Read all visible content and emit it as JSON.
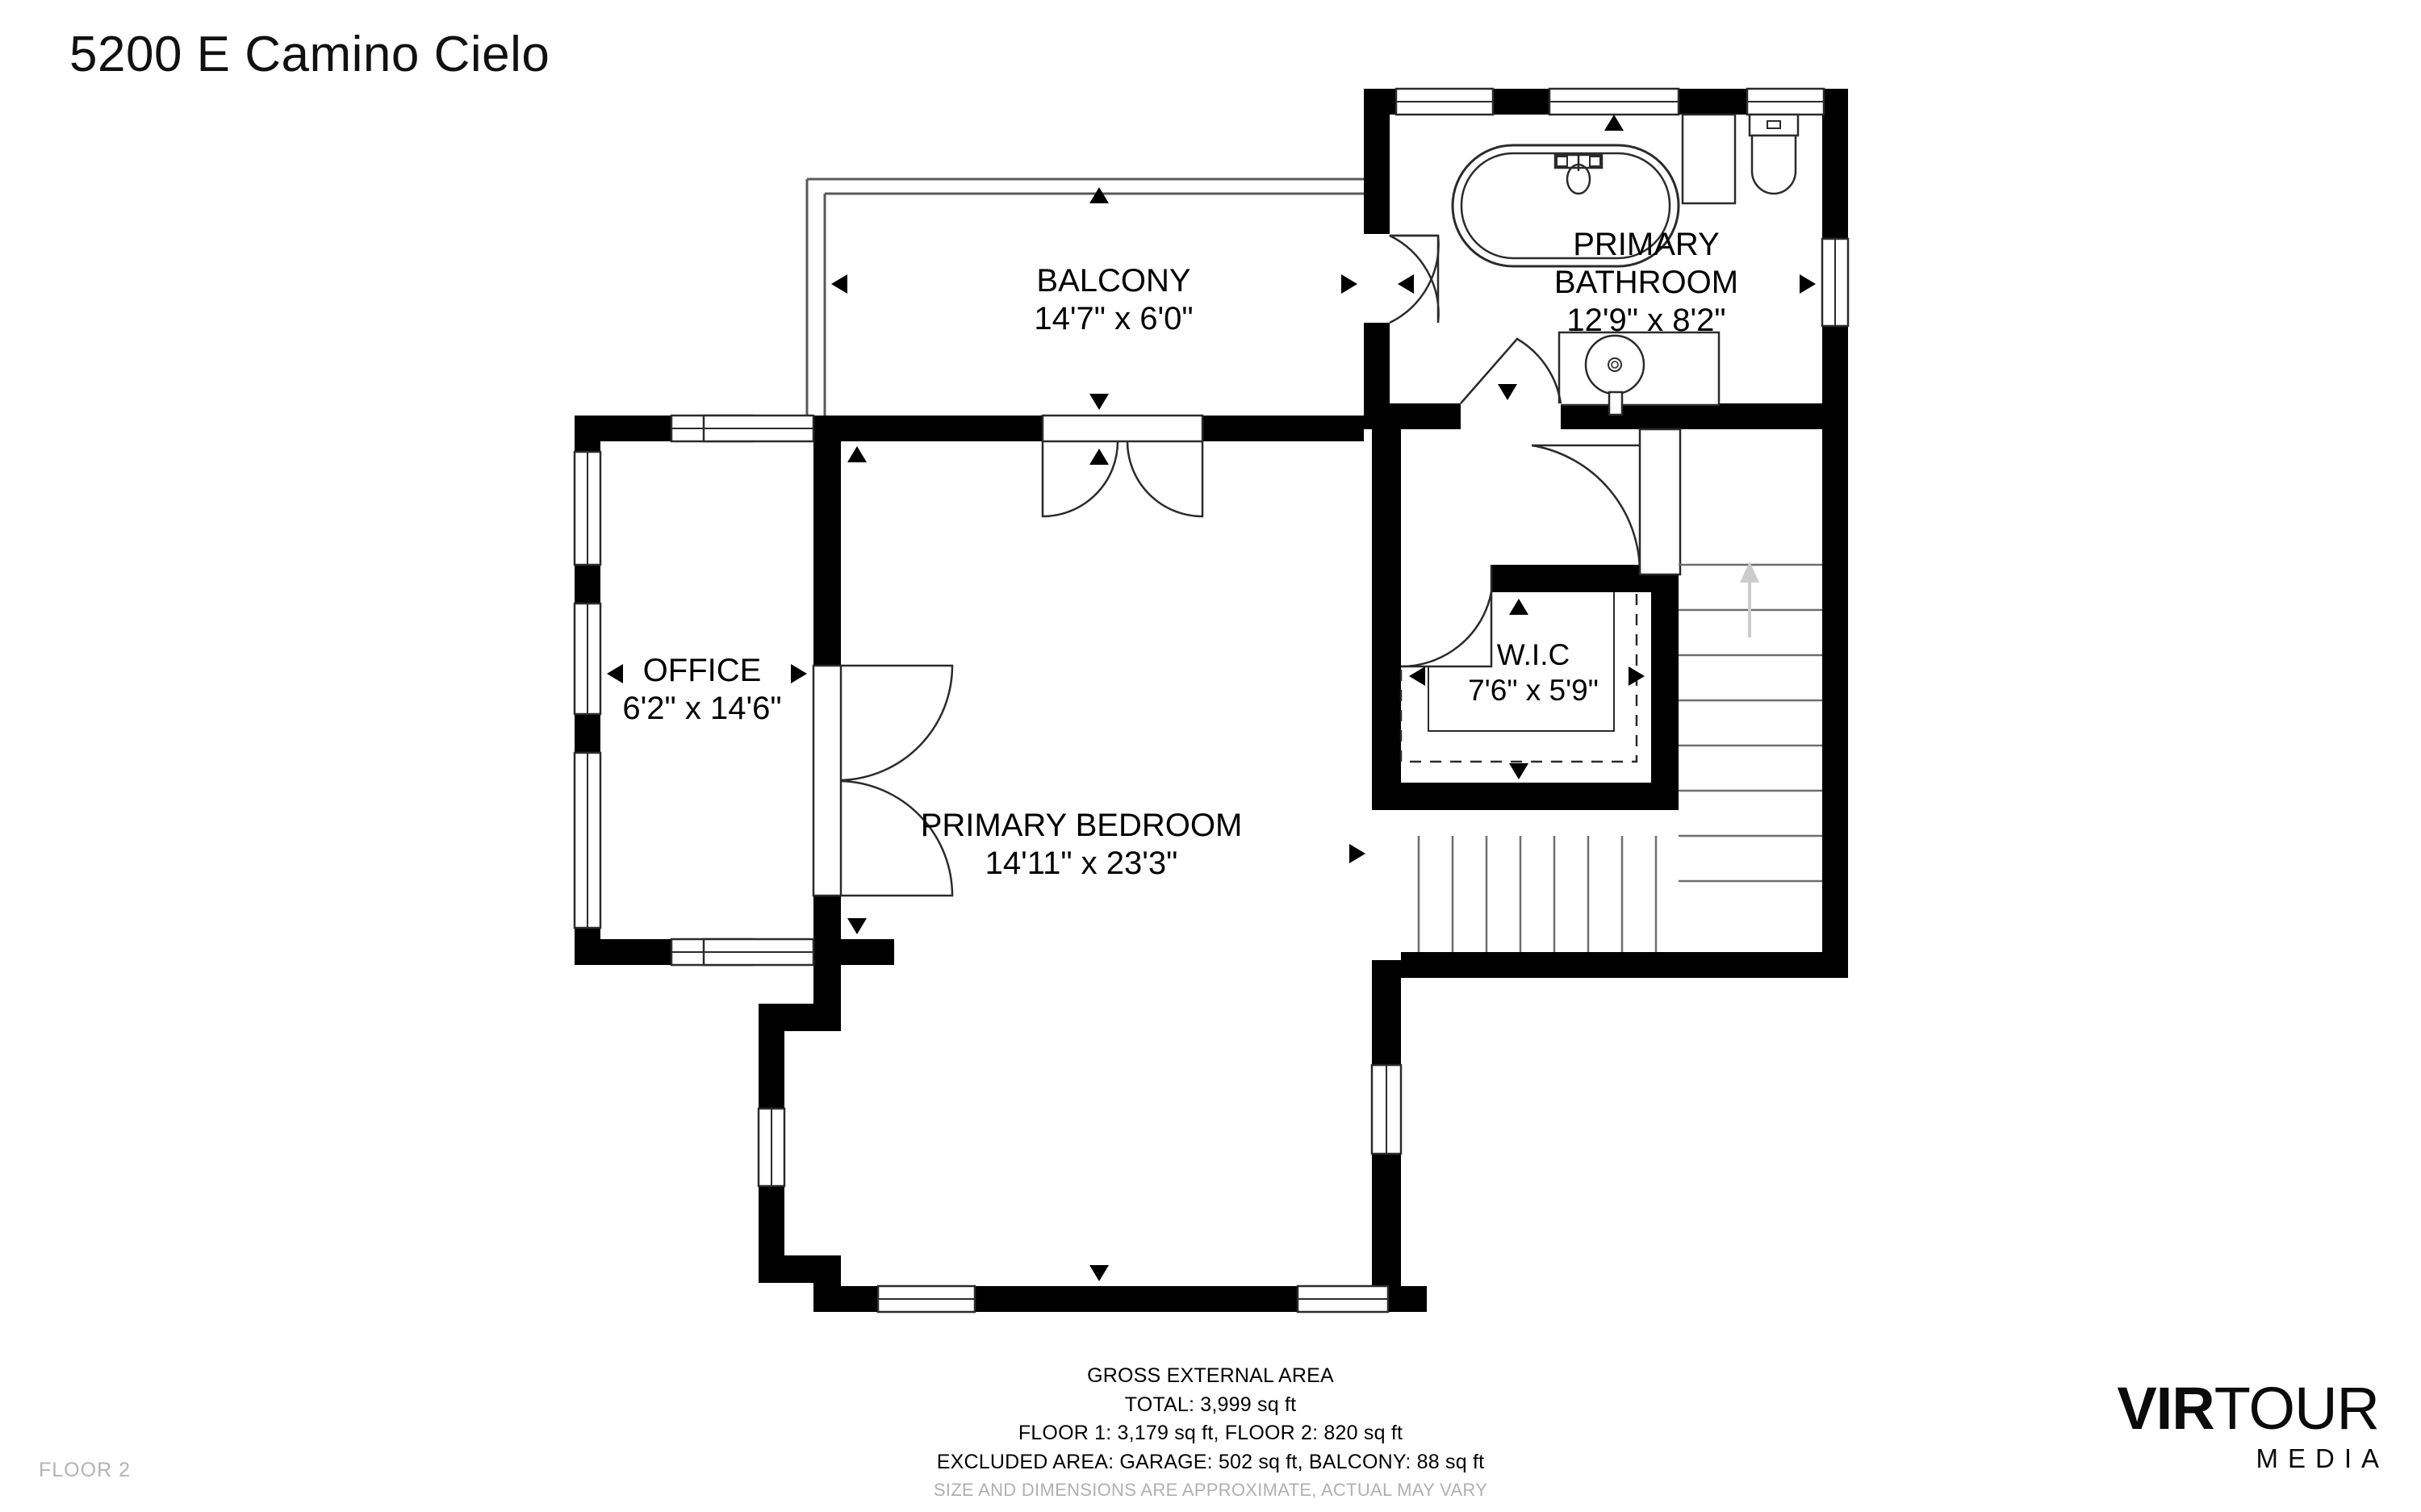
{
  "title": "5200 E Camino Cielo",
  "floor_tag": "FLOOR 2",
  "rooms": [
    {
      "key": "balcony",
      "name": "BALCONY",
      "dims": "14'7\" x 6'0\""
    },
    {
      "key": "bathroom",
      "name": "PRIMARY\nBATHROOM",
      "name_line1": "PRIMARY",
      "name_line2": "BATHROOM",
      "dims": "12'9\" x 8'2\""
    },
    {
      "key": "office",
      "name": "OFFICE",
      "dims": "6'2\" x 14'6\""
    },
    {
      "key": "bedroom",
      "name": "PRIMARY BEDROOM",
      "dims": "14'11\" x 23'3\""
    },
    {
      "key": "wic",
      "name": "W.I.C",
      "dims": "7'6\" x 5'9\""
    }
  ],
  "area_summary": {
    "heading": "GROSS EXTERNAL AREA",
    "total": "TOTAL: 3,999 sq ft",
    "floors": "FLOOR 1: 3,179 sq ft, FLOOR 2: 820 sq ft",
    "excluded": "EXCLUDED AREA: GARAGE: 502 sq ft, BALCONY: 88 sq ft",
    "disclaimer": "SIZE AND DIMENSIONS ARE APPROXIMATE, ACTUAL MAY VARY"
  },
  "logo": {
    "part1": "VIR",
    "part2": "TOUR",
    "subtitle": "MEDIA"
  },
  "colors": {
    "wall": "#000000",
    "fixture_line": "#2b2b2b",
    "muted_text": "#b4b4b4",
    "background": "#ffffff"
  }
}
